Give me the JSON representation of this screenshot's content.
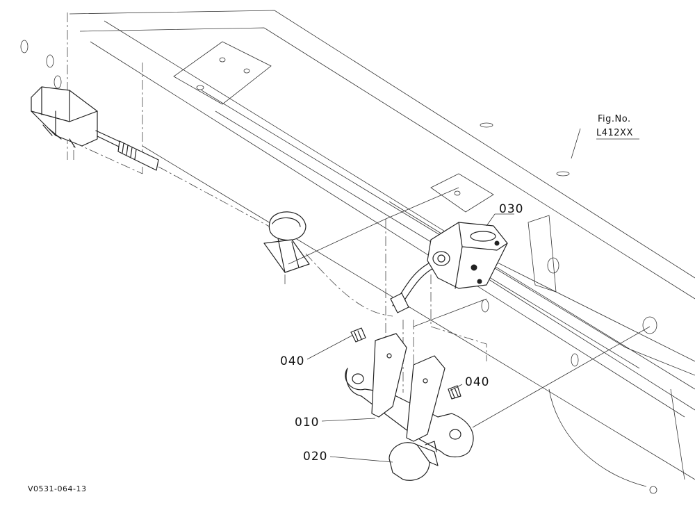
{
  "figure": {
    "fig_no_label": "Fig.No.",
    "fig_no_value": "L412XX",
    "drawing_code": "V0531-064-13"
  },
  "parts": {
    "p010": "010",
    "p020": "020",
    "p030": "030",
    "p040_left": "040",
    "p040_right": "040"
  }
}
